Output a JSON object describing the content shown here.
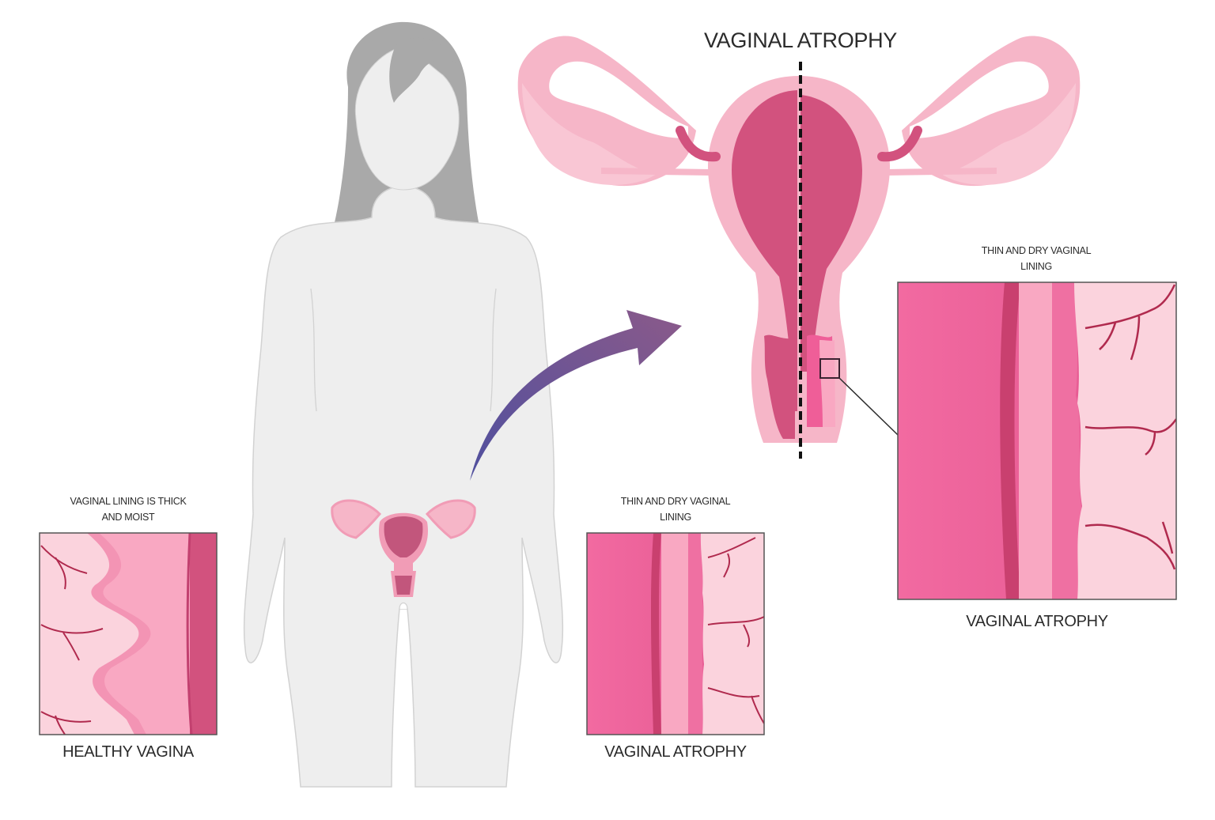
{
  "diagram": {
    "title": "VAGINAL ATROPHY",
    "colors": {
      "background": "#ffffff",
      "body_fill": "#eeeeee",
      "body_outline": "#d2d2d2",
      "hair": "#a9a9a9",
      "uterus_light": "#f6b6c8",
      "uterus_mid": "#f19cb6",
      "uterus_dark": "#d2527e",
      "tissue_hot": "#ef5e98",
      "tissue_pale": "#fbd3dd",
      "vessel": "#b02a4e",
      "arrow_start": "#4f4f9e",
      "arrow_end": "#8b5a8a",
      "divider": "#111111"
    },
    "figure": {
      "description": "Female body silhouette with uterus highlighted in pelvic region"
    },
    "arrow": {
      "from": "pelvic-uterus",
      "to": "enlarged-uterus-cross-section"
    },
    "uterus_cross_section": {
      "left_half": "healthy",
      "right_half": "atrophic",
      "divider": "dashed-line"
    },
    "panels": [
      {
        "id": "healthy",
        "caption": "VAGINAL LINING IS THICK AND MOIST",
        "caption_line1": "VAGINAL LINING IS THICK",
        "caption_line2": "AND MOIST",
        "title": "HEALTHY VAGINA"
      },
      {
        "id": "atrophy-small",
        "caption": "THIN AND DRY VAGINAL LINING",
        "caption_line1": "THIN AND DRY VAGINAL",
        "caption_line2": "LINING",
        "title": "VAGINAL ATROPHY"
      },
      {
        "id": "atrophy-large",
        "caption": "THIN AND DRY VAGINAL LINING",
        "caption_line1": "THIN AND DRY VAGINAL",
        "caption_line2": "LINING",
        "title": "VAGINAL ATROPHY"
      }
    ]
  }
}
